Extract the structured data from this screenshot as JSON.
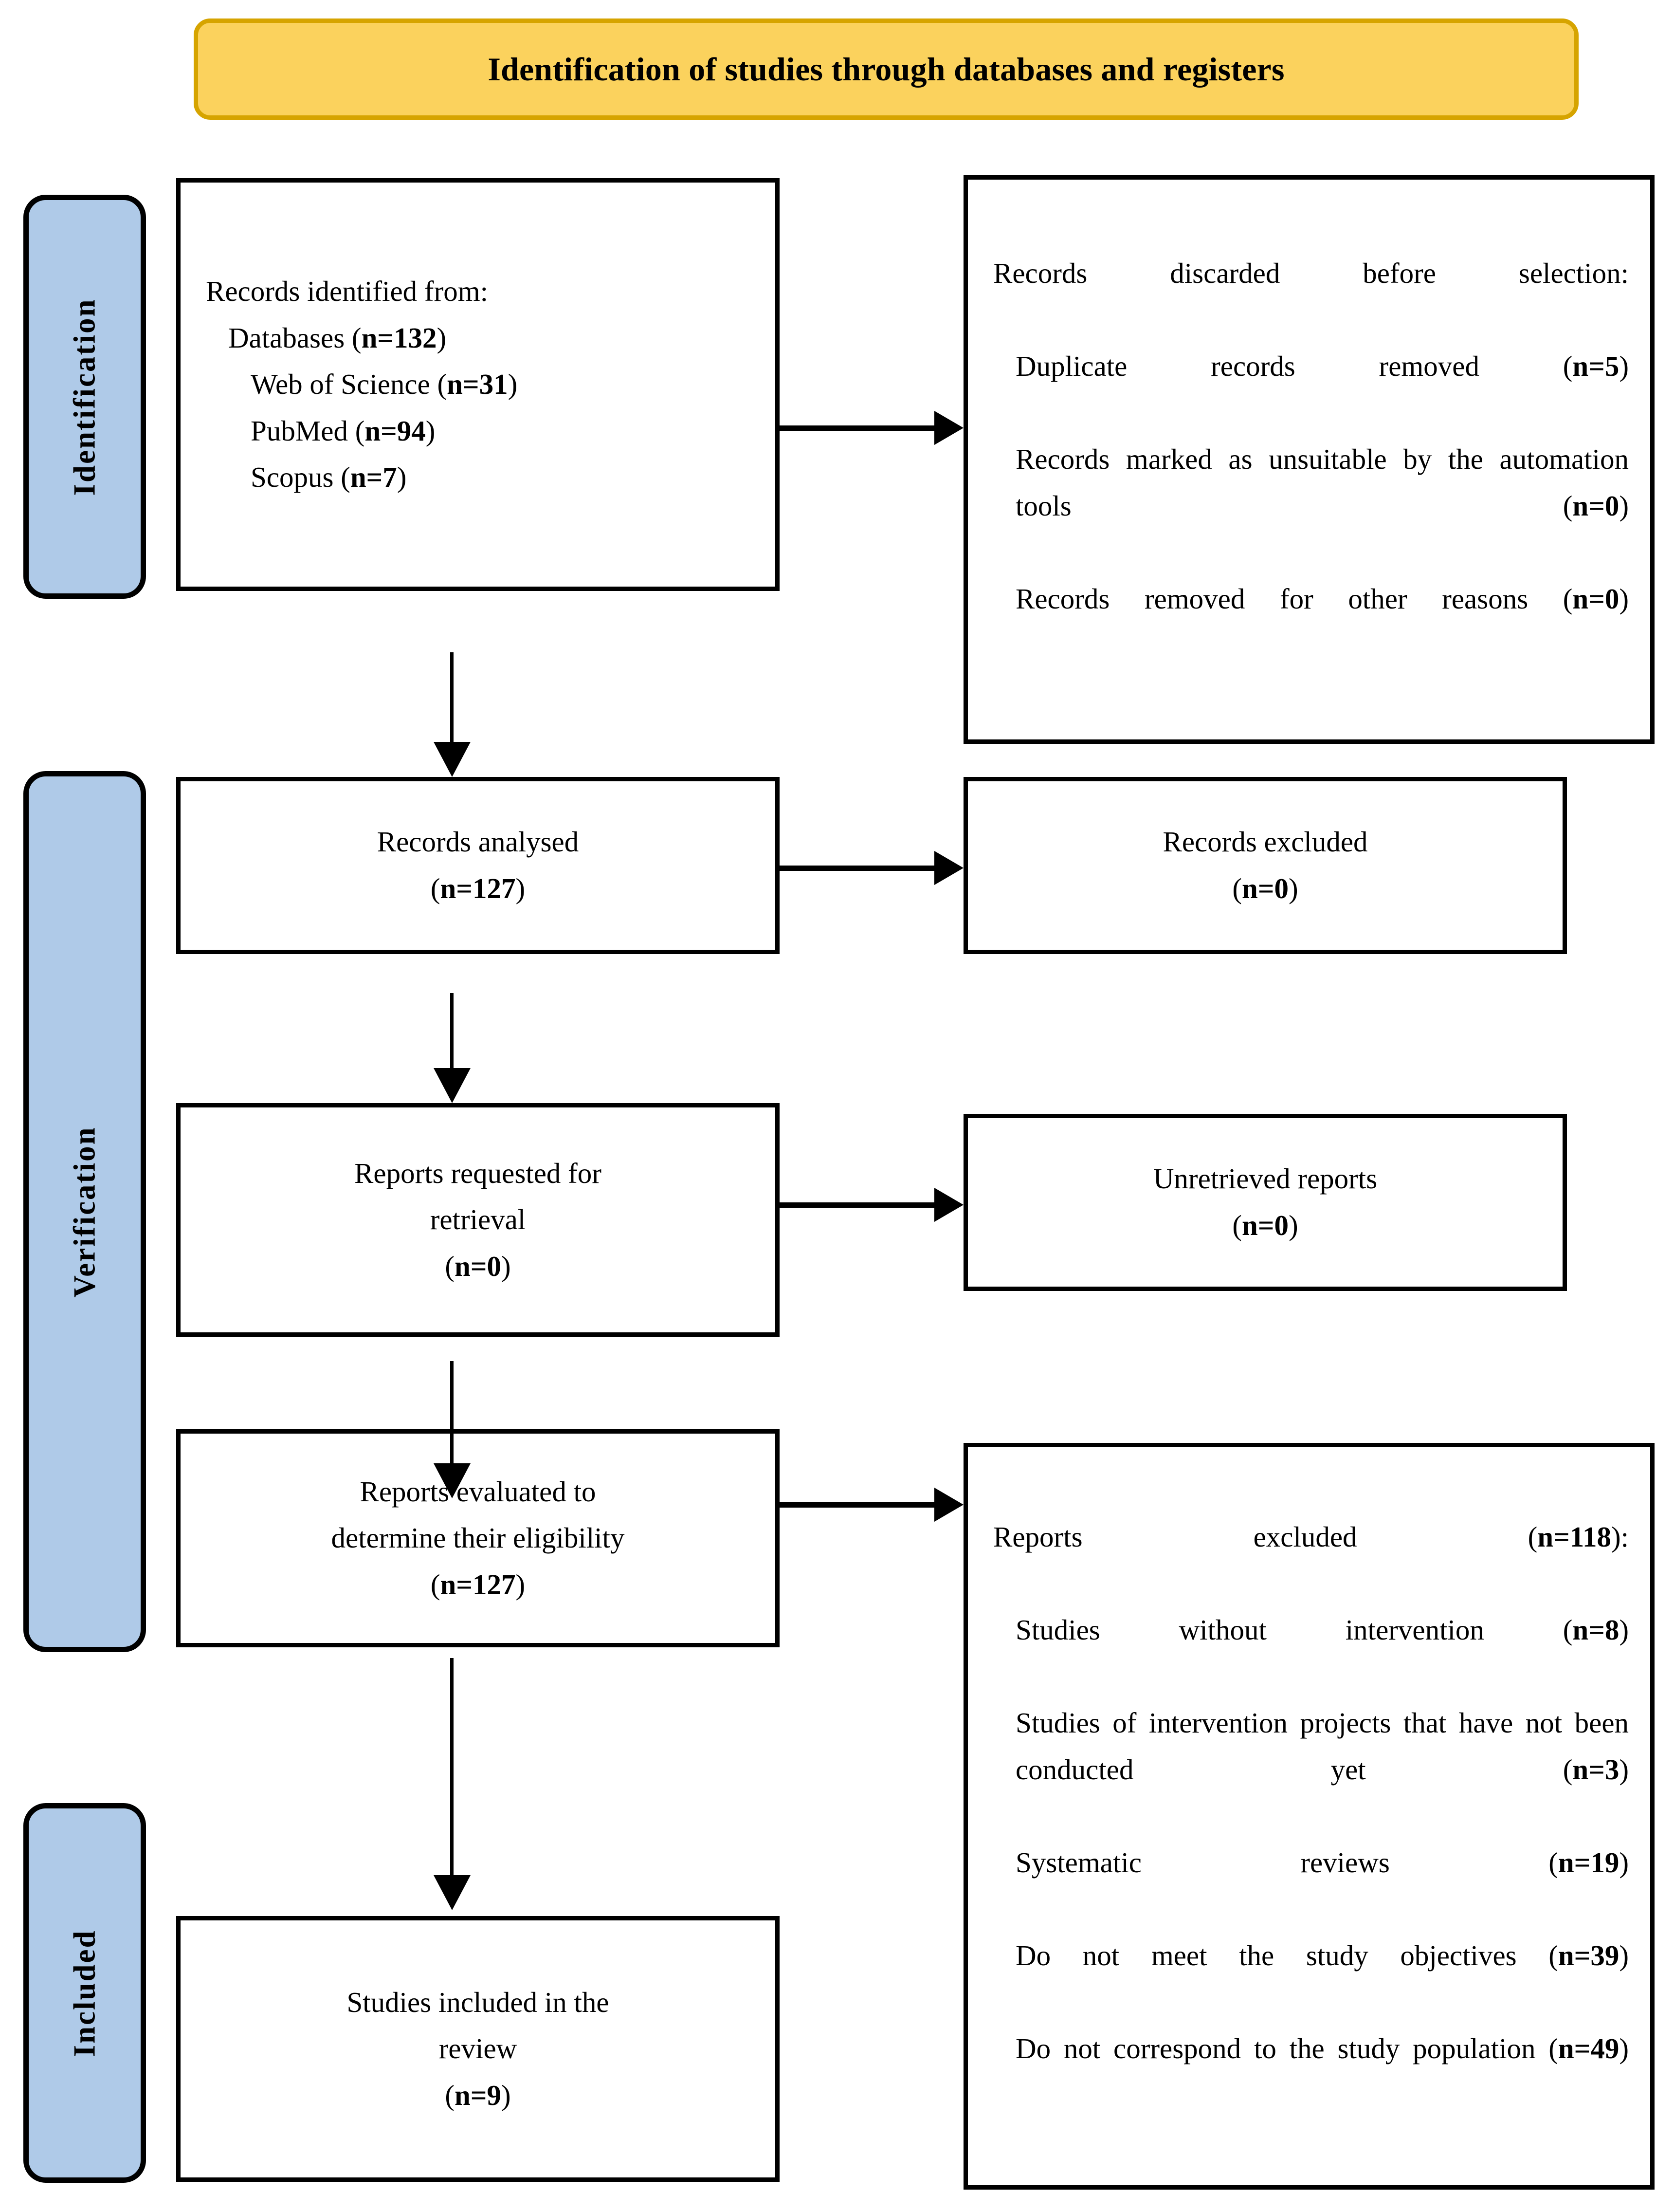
{
  "banner": {
    "title": "Identification of studies through databases and registers"
  },
  "stages": [
    {
      "name": "identification",
      "label": "Identification"
    },
    {
      "name": "verification",
      "label": "Verification"
    },
    {
      "name": "included",
      "label": "Included"
    }
  ],
  "colors": {
    "banner_fill": "#FBD25D",
    "banner_border": "#D6A400",
    "stage_fill": "#AFCAE8",
    "box_border": "#000000",
    "text": "#000000"
  },
  "boxes": {
    "records_identified": {
      "name": "records-identified-box",
      "lines": [
        {
          "text": "Records identified from:",
          "indent": 0
        },
        {
          "text": "Databases (",
          "bold": "n=132",
          "tail": ")",
          "indent": 1
        },
        {
          "text": "Web of Science (",
          "bold": "n=31",
          "tail": ")",
          "indent": 2
        },
        {
          "text": "PubMed (",
          "bold": "n=94",
          "tail": ")",
          "indent": 2
        },
        {
          "text": "Scopus (",
          "bold": "n=7",
          "tail": ")",
          "indent": 2
        }
      ]
    },
    "records_discarded": {
      "name": "records-discarded-box",
      "heading": "Records discarded before selection:",
      "items": [
        {
          "text": "Duplicate records removed (",
          "bold": "n=5",
          "tail": ")"
        },
        {
          "text": "Records marked as unsuitable by the automation tools (",
          "bold": "n=0",
          "tail": ")"
        },
        {
          "text": "Records removed for other reasons (",
          "bold": "n=0",
          "tail": ")"
        }
      ]
    },
    "records_analysed": {
      "name": "records-analysed-box",
      "title": "Records analysed",
      "count_open": "(",
      "count_bold": "n=127",
      "count_close": ")"
    },
    "records_excluded": {
      "name": "records-excluded-box",
      "title": "Records excluded",
      "count_open": "(",
      "count_bold": "n=0",
      "count_close": ")"
    },
    "reports_requested": {
      "name": "reports-requested-box",
      "title_line1": "Reports requested for",
      "title_line2": "retrieval",
      "count_open": "(",
      "count_bold": "n=0",
      "count_close": ")"
    },
    "unretrieved_reports": {
      "name": "unretrieved-reports-box",
      "title": "Unretrieved reports",
      "count_open": "(",
      "count_bold": "n=0",
      "count_close": ")"
    },
    "reports_evaluated": {
      "name": "reports-evaluated-box",
      "title_line1": "Reports evaluated to",
      "title_line2": "determine their eligibility",
      "count_open": "(",
      "count_bold": "n=127",
      "count_close": ")"
    },
    "reports_excluded": {
      "name": "reports-excluded-box",
      "heading_text": "Reports excluded (",
      "heading_bold": "n=118",
      "heading_tail": "):",
      "items": [
        {
          "text": "Studies without intervention (",
          "bold": "n=8",
          "tail": ")"
        },
        {
          "text": "Studies of intervention projects that have not been conducted yet (",
          "bold": "n=3",
          "tail": ")"
        },
        {
          "text": "Systematic reviews (",
          "bold": "n=19",
          "tail": ")"
        },
        {
          "text": "Do not meet the study objectives (",
          "bold": "n=39",
          "tail": ")"
        },
        {
          "text": "Do not correspond to the study population (",
          "bold": "n=49",
          "tail": ")"
        }
      ]
    },
    "studies_included": {
      "name": "studies-included-box",
      "title_line1": "Studies included in the",
      "title_line2": "review",
      "count_open": "(",
      "count_bold": "n=9",
      "count_close": ")"
    }
  },
  "connectors": [
    {
      "name": "arrow-identified-to-discarded",
      "type": "horizontal"
    },
    {
      "name": "arrow-identified-to-analysed",
      "type": "vertical"
    },
    {
      "name": "arrow-analysed-to-excluded",
      "type": "horizontal"
    },
    {
      "name": "arrow-analysed-to-requested",
      "type": "vertical"
    },
    {
      "name": "arrow-requested-to-unretrieved",
      "type": "horizontal"
    },
    {
      "name": "arrow-requested-to-evaluated",
      "type": "vertical"
    },
    {
      "name": "arrow-evaluated-to-excluded",
      "type": "horizontal"
    },
    {
      "name": "arrow-evaluated-to-included",
      "type": "vertical"
    }
  ]
}
